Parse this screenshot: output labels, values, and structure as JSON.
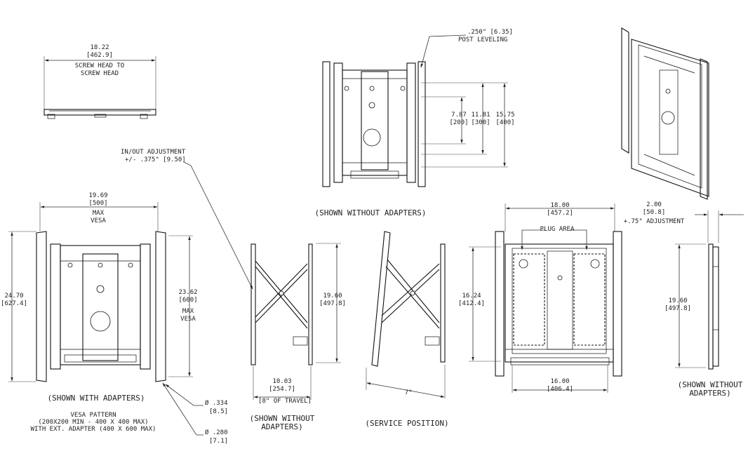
{
  "top_left": {
    "dim": "18.22",
    "dim_mm": "[462.9]",
    "caption1": "SCREW HEAD TO",
    "caption2": "SCREW HEAD"
  },
  "top_center": {
    "post_leveling_1": ".250\" [6.35]",
    "post_leveling_2": "POST LEVELING",
    "d1": "7.87",
    "d1_mm": "[200]",
    "d2": "11.81",
    "d2_mm": "[300]",
    "d3": "15.75",
    "d3_mm": "[400]",
    "caption": "(SHOWN WITHOUT ADAPTERS)"
  },
  "inout": {
    "line1": "IN/OUT ADJUSTMENT",
    "line2": "+/- .375\" [9.50]"
  },
  "left_front": {
    "width": "19.69",
    "width_mm": "[500]",
    "width_max": "MAX",
    "width_vesa": "VESA",
    "height": "24.70",
    "height_mm": "[627.4]",
    "inner": "23.62",
    "inner_mm": "[600]",
    "inner_max": "MAX",
    "inner_vesa": "VESA",
    "caption": "(SHOWN WITH ADAPTERS)",
    "vesa1": "VESA PATTERN",
    "vesa2": "(200X200 MIN - 400 X 400 MAX)",
    "vesa3": "WITH EXT. ADAPTER (400 X 600 MAX)",
    "hole1": "Ø .334",
    "hole1_mm": "[8.5]",
    "hole2": "Ø .280",
    "hole2_mm": "[7.1]"
  },
  "side_view": {
    "height": "19.60",
    "height_mm": "[497.8]",
    "travel": "10.03",
    "travel_mm": "[254.7]",
    "travel_note": "[8\" OF TRAVEL]",
    "caption1": "(SHOWN WITHOUT",
    "caption2": "ADAPTERS)"
  },
  "service": {
    "angle": "7°",
    "caption": "(SERVICE POSITION)"
  },
  "right_front": {
    "width": "18.00",
    "width_mm": "[457.2]",
    "plug": "PLUG AREA",
    "height": "16.24",
    "height_mm": "[412.4]",
    "bottom": "16.00",
    "bottom_mm": "[406.4]"
  },
  "right_side": {
    "depth": "2.00",
    "depth_mm": "[50.8]",
    "depth_note": "+.75\" ADJUSTMENT",
    "height": "19.60",
    "height_mm": "[497.8]",
    "caption1": "(SHOWN WITHOUT",
    "caption2": "ADAPTERS)"
  }
}
